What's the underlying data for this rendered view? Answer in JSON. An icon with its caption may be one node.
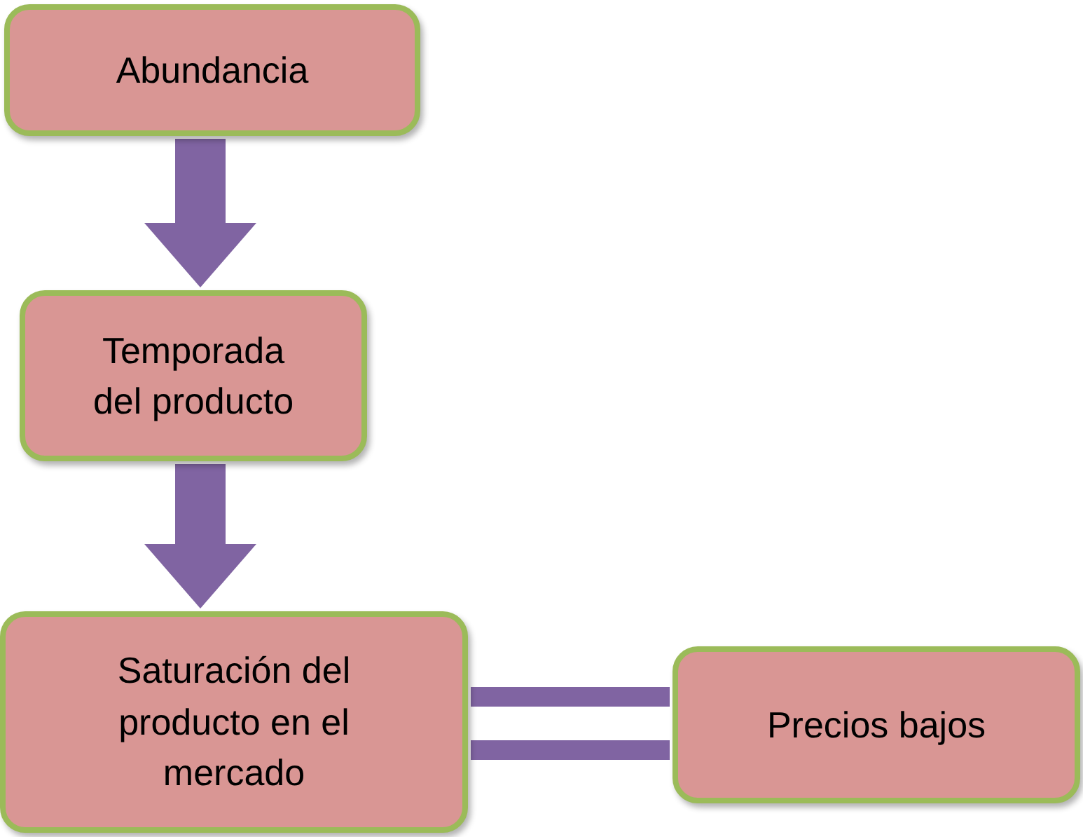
{
  "diagram": {
    "nodes": [
      {
        "text": [
          "Abundancia"
        ]
      },
      {
        "text": [
          "Temporada del producto"
        ]
      },
      {
        "text": [
          "Saturación del producto en el mercado"
        ]
      },
      {
        "text": [
          "Precios bajos"
        ]
      }
    ],
    "edges": [
      {
        "from": 0,
        "to": 1,
        "arrow": "to"
      },
      {
        "from": 1,
        "to": 2,
        "arrow": "to"
      },
      {
        "from": 2,
        "to": 3,
        "arrow": "none"
      }
    ]
  }
}
